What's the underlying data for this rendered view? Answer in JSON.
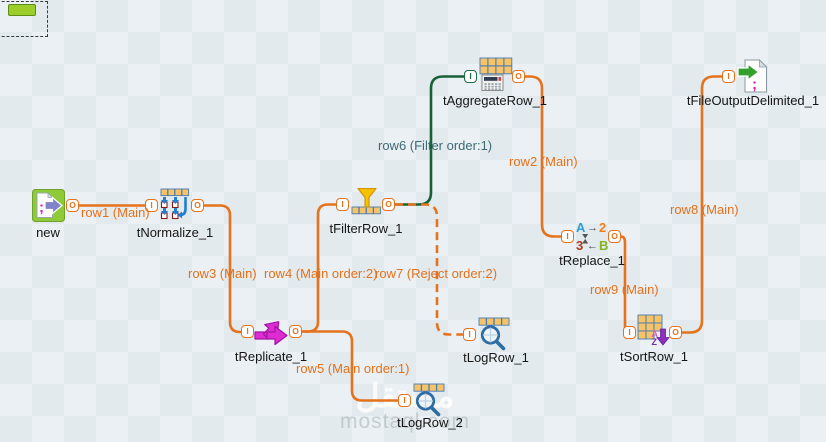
{
  "app": "Talend job design canvas",
  "ports": {
    "input": "I",
    "output": "O"
  },
  "components": [
    {
      "id": "new",
      "label": "new"
    },
    {
      "id": "tNormalize_1",
      "label": "tNormalize_1"
    },
    {
      "id": "tReplicate_1",
      "label": "tReplicate_1"
    },
    {
      "id": "tFilterRow_1",
      "label": "tFilterRow_1"
    },
    {
      "id": "tAggregateRow_1",
      "label": "tAggregateRow_1"
    },
    {
      "id": "tLogRow_1",
      "label": "tLogRow_1"
    },
    {
      "id": "tLogRow_2",
      "label": "tLogRow_2"
    },
    {
      "id": "tReplace_1",
      "label": "tReplace_1"
    },
    {
      "id": "tSortRow_1",
      "label": "tSortRow_1"
    },
    {
      "id": "tFileOutputDelimited_1",
      "label": "tFileOutputDelimited_1"
    }
  ],
  "connections": [
    {
      "id": "row1",
      "label": "row1 (Main)",
      "type": "main"
    },
    {
      "id": "row3",
      "label": "row3 (Main)",
      "type": "main"
    },
    {
      "id": "row4",
      "label": "row4 (Main order:2)",
      "type": "main"
    },
    {
      "id": "row5",
      "label": "row5 (Main order:1)",
      "type": "main"
    },
    {
      "id": "row6",
      "label": "row6 (Filter order:1)",
      "type": "filter"
    },
    {
      "id": "row7",
      "label": "row7 (Reject order:2)",
      "type": "reject"
    },
    {
      "id": "row2",
      "label": "row2 (Main)",
      "type": "main"
    },
    {
      "id": "row9",
      "label": "row9 (Main)",
      "type": "main"
    },
    {
      "id": "row8",
      "label": "row8 (Main)",
      "type": "main"
    }
  ],
  "icons": {
    "semicolon": ";",
    "replace": {
      "a": "A",
      "two": "2",
      "three": "3",
      "b": "B",
      "arrow_right": "→",
      "arrow_left": "←"
    },
    "sort": {
      "a": "A",
      "z": "Z"
    }
  },
  "watermark": {
    "arabic": "مستقل",
    "domain": "mostaql.com"
  },
  "colors": {
    "main_link": "#e5721c",
    "filter_link": "#166038",
    "main_label": "#e4711b",
    "filter_label": "#3d6a74",
    "port_border": "#e5721c",
    "port_border_filter": "#1c6b45",
    "note_chip": "#9ccd2a",
    "canvas_light": "#eaf0f3",
    "canvas_dark": "#e3eaee"
  }
}
